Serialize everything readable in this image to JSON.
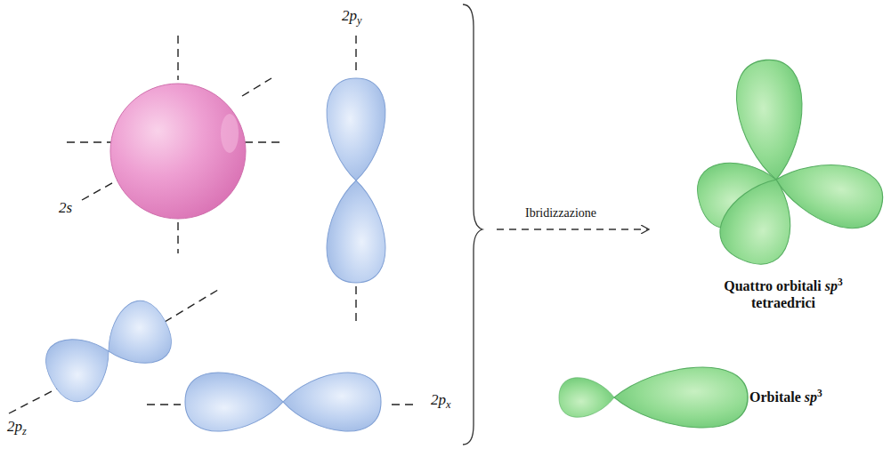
{
  "diagram": {
    "labels": [
      "2py",
      "2s",
      "2pz",
      "2px",
      "Ibridizzazione",
      "Quattro orbitali sp3 tetraedrici",
      "Orbitale sp3"
    ]
  }
}
